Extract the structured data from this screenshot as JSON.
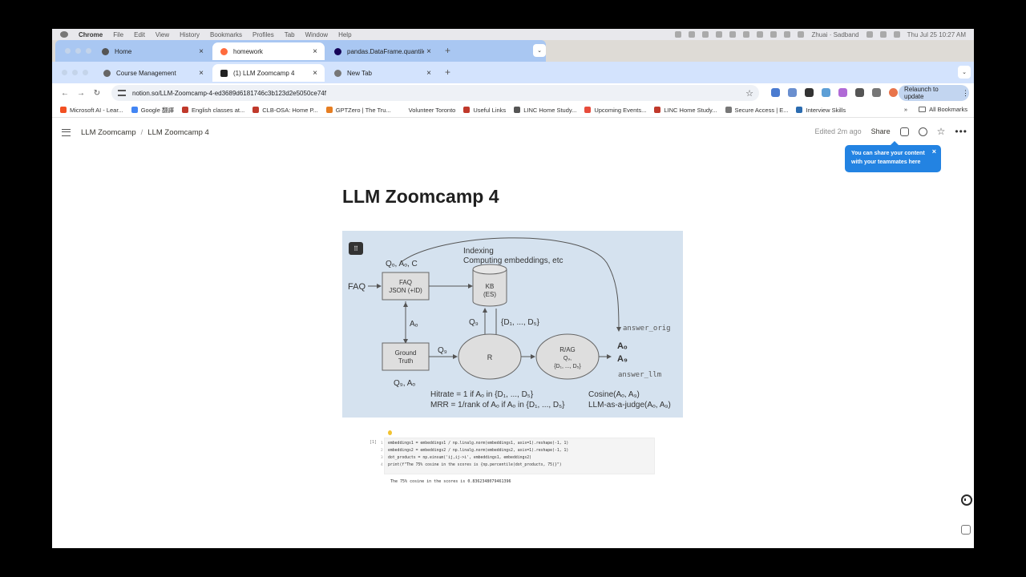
{
  "menubar": {
    "app": "Chrome",
    "items": [
      "File",
      "Edit",
      "View",
      "History",
      "Bookmarks",
      "Profiles",
      "Tab",
      "Window",
      "Help"
    ],
    "user": "Zhuai · Sadband",
    "datetime": "Thu Jul 25  10:27 AM"
  },
  "back_window": {
    "tabs": [
      {
        "title": "Home",
        "icon": "notion-icon"
      },
      {
        "title": "homework",
        "icon": "sheet-icon",
        "active": true
      },
      {
        "title": "pandas.DataFrame.quantile",
        "icon": "pandas-icon"
      }
    ]
  },
  "front_window": {
    "tabs": [
      {
        "title": "Course Management",
        "icon": "globe-icon"
      },
      {
        "title": "(1) LLM Zoomcamp 4",
        "icon": "notion-icon",
        "active": true
      },
      {
        "title": "New Tab",
        "icon": "chrome-icon"
      }
    ],
    "url": "notion.so/LLM-Zoomcamp-4-ed3689d6181746c3b123d2e5050ce74f",
    "relaunch_label": "Relaunch to update"
  },
  "bookmarks": {
    "items": [
      {
        "label": "Microsoft AI - Lear...",
        "color": "#f25022"
      },
      {
        "label": "Google 翻譯",
        "color": "#4285f4"
      },
      {
        "label": "English classes at...",
        "color": "#c0392b"
      },
      {
        "label": "CLB-OSA: Home P...",
        "color": "#c0392b"
      },
      {
        "label": "GPTZero | The Tru...",
        "color": "#e67e22"
      },
      {
        "label": "Volunteer Toronto",
        "color": "#ffffff"
      },
      {
        "label": "Useful Links",
        "color": "#c0392b"
      },
      {
        "label": "LINC Home Study...",
        "color": "#555555"
      },
      {
        "label": "Upcoming Events...",
        "color": "#e74c3c"
      },
      {
        "label": "LINC Home Study...",
        "color": "#c0392b"
      },
      {
        "label": "Secure Access | E...",
        "color": "#777777"
      },
      {
        "label": "Interview Skills",
        "color": "#2b6cb0"
      }
    ],
    "more": "»",
    "all_label": "All Bookmarks"
  },
  "notion": {
    "breadcrumb": [
      "LLM Zoomcamp",
      "LLM Zoomcamp 4"
    ],
    "edited": "Edited 2m ago",
    "share": "Share",
    "tooltip": "You can share your content with your teammates here",
    "title": "LLM Zoomcamp 4"
  },
  "diagram": {
    "faq_in": "FAQ",
    "faq_box": [
      "FAQ",
      "JSON (+ID)"
    ],
    "kb_box": [
      "KB",
      "(ES)"
    ],
    "ground_truth": [
      "Ground",
      "Truth"
    ],
    "r": "R",
    "rag": "R/AG",
    "indexing": [
      "Indexing",
      "Computing embeddings, etc"
    ],
    "answer_orig": "answer_orig",
    "answer_llm": "answer_llm",
    "hitrate": "Hitrate = 1 if Aₒ in {D₁, ..., D₅}",
    "mrr": "MRR = 1/rank of Aₒ if Aₒ in {D₁, ..., D₅}",
    "cosine": "Cosine(Aₒ, A₉)",
    "judge": "LLM-as-a-judge(Aₒ, A₉)"
  },
  "code": {
    "cell_number": "[1]",
    "lines": [
      "embeddings1 = embeddings1 / np.linalg.norm(embeddings1, axis=1).reshape(-1, 1)",
      "embeddings2 = embeddings2 / np.linalg.norm(embeddings2, axis=1).reshape(-1, 1)",
      "dot_products = np.einsum('ij,ij->i', embeddings1, embeddings2)",
      "print(f\"The 75% cosine in the scores is {np.percentile(dot_products, 75)}\")"
    ],
    "output": "The 75% cosine in the scores is 0.8362348079461396"
  }
}
